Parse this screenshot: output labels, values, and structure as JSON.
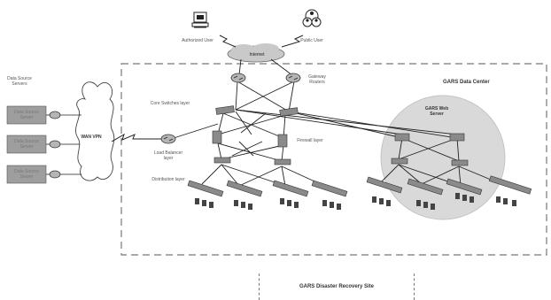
{
  "labels": {
    "authorized_user": "Authorized User",
    "public_user": "Public User",
    "internet": "Internet",
    "gateway_routers": "Gateway Routers",
    "data_center": "GARS Data Center",
    "core_switches": "Core Switches layer",
    "web_server": "GARS Web Server",
    "firewall_layer": "Firewall layer",
    "load_balancer": "Load Balancer layer",
    "distribution": "Distribution layer",
    "data_sources": "Data Source Servers",
    "wan_vpn": "WAN VPN",
    "dr_site": "GARS Disaster Recovery Site",
    "server_box": "Data Source Server"
  },
  "colors": {
    "line": "#222222",
    "dash": "#777777",
    "server_fill": "#9e9e9e",
    "web_zone": "#d9d9d9",
    "device": "#8a8a8a"
  }
}
